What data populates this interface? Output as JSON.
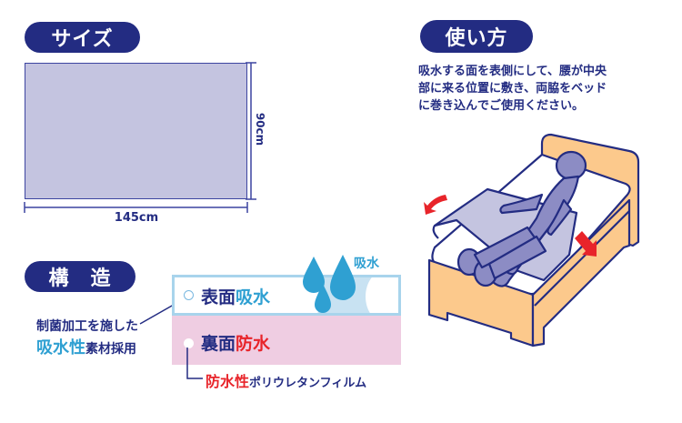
{
  "size_section": {
    "heading": "サイズ",
    "width_label": "145cm",
    "height_label": "90cm",
    "sheet_color": "#c4c4e0",
    "outline_color": "#3c44a0"
  },
  "structure_section": {
    "heading": "構　造",
    "callout_line1": "制菌加工を施した",
    "callout_line2_highlight": "吸水性",
    "callout_line2_rest": "素材採用",
    "top_layer": {
      "label": "表面",
      "highlight": "吸水",
      "color": "#2fa0d2"
    },
    "bottom_layer": {
      "label": "裏面",
      "highlight": "防水",
      "color": "#e8242a"
    },
    "absorb_label": "吸水",
    "film_highlight": "防水性",
    "film_rest": "ポリウレタンフィルム",
    "top_layer_border": "#a8d4ec",
    "bottom_layer_fill": "#efcde2"
  },
  "usage_section": {
    "heading": "使い方",
    "instructions": [
      "吸水する面を表側にして、腰が中央",
      "部に来る位置に敷き、両脇をベッド",
      "に巻き込んでご使用ください。"
    ],
    "bed_color": "#fcc98c",
    "figure_color": "#8c8cc4",
    "arrow_color": "#e8242a"
  },
  "colors": {
    "navy": "#232c82",
    "light_blue": "#2fa0d2",
    "red": "#e8242a"
  }
}
